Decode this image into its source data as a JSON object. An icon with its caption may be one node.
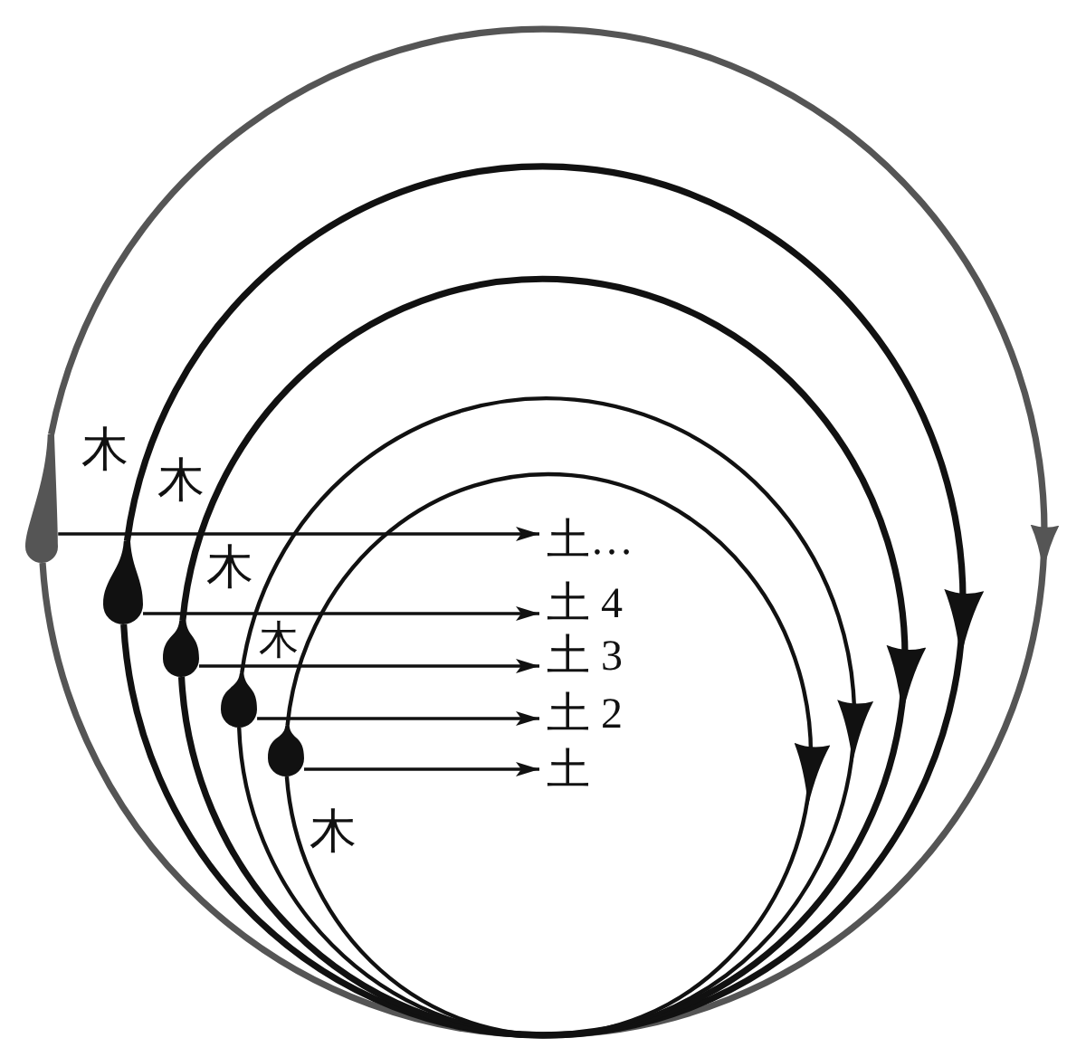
{
  "diagram": {
    "nodes": [
      {
        "text": [],
        "shape": "teardrop"
      },
      {
        "text": [],
        "shape": "teardrop"
      },
      {
        "text": [],
        "shape": "teardrop"
      },
      {
        "text": [],
        "shape": "teardrop"
      },
      {
        "text": [],
        "shape": "teardrop"
      },
      {
        "text": [
          "土…"
        ]
      },
      {
        "text": [
          "土 4"
        ]
      },
      {
        "text": [
          "土 3"
        ]
      },
      {
        "text": [
          "土 2"
        ]
      },
      {
        "text": [
          "土"
        ]
      }
    ],
    "edges": [
      {
        "from": 0,
        "to": 5,
        "arrow": "to"
      },
      {
        "from": 1,
        "to": 6,
        "arrow": "to"
      },
      {
        "from": 2,
        "to": 7,
        "arrow": "to"
      },
      {
        "from": 3,
        "to": 8,
        "arrow": "to"
      },
      {
        "from": 4,
        "to": 9,
        "arrow": "to"
      }
    ],
    "labels": [
      "木",
      "木",
      "木",
      "木",
      "木"
    ]
  }
}
